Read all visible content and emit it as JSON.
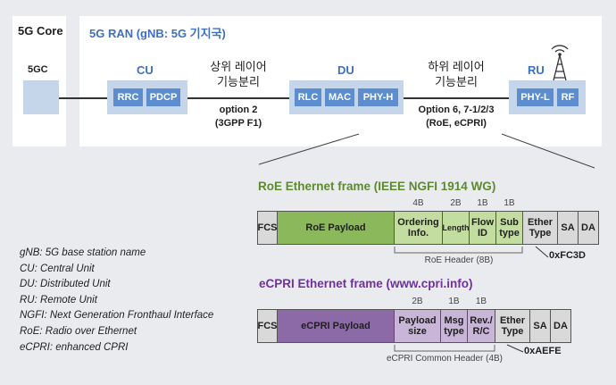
{
  "core": {
    "title": "5G Core",
    "node": "5GC"
  },
  "ran": {
    "title": "5G RAN (gNB: 5G 기지국)"
  },
  "cu": {
    "title": "CU",
    "chips": [
      "RRC",
      "PDCP"
    ]
  },
  "du": {
    "title": "DU",
    "chips": [
      "RLC",
      "MAC",
      "PHY-H"
    ]
  },
  "ru": {
    "title": "RU",
    "chips": [
      "PHY-L",
      "RF"
    ]
  },
  "split_upper": {
    "line1": "상위 레이어",
    "line2": "기능분리",
    "line3": "option 2",
    "line4": "(3GPP F1)"
  },
  "split_lower": {
    "line1": "하위 레이어",
    "line2": "기능분리",
    "line3": "Option 6, 7-1/2/3",
    "line4": "(RoE, eCPRI)"
  },
  "roe": {
    "title": "RoE Ethernet frame (IEEE NGFI 1914 WG)",
    "sizes": [
      "4B",
      "2B",
      "1B",
      "1B"
    ],
    "fcs": "FCS",
    "payload": "RoE Payload",
    "ordering1": "Ordering",
    "ordering2": "Info.",
    "length": "Length",
    "flow1": "Flow",
    "flow2": "ID",
    "sub1": "Sub",
    "sub2": "type",
    "ether1": "Ether",
    "ether2": "Type",
    "sa": "SA",
    "da": "DA",
    "ethertype_value": "0xFC3D",
    "header_label": "RoE Header (8B)"
  },
  "ecpri": {
    "title": "eCPRI Ethernet frame (www.cpri.info)",
    "sizes": [
      "2B",
      "1B",
      "1B"
    ],
    "fcs": "FCS",
    "payload": "eCPRI Payload",
    "psize1": "Payload",
    "psize2": "size",
    "msg1": "Msg",
    "msg2": "type",
    "rev1": "Rev./",
    "rev2": "R/C",
    "ether1": "Ether",
    "ether2": "Type",
    "sa": "SA",
    "da": "DA",
    "ethertype_value": "0xAEFE",
    "header_label": "eCPRI Common Header (4B)"
  },
  "legend": [
    "gNB: 5G base station name",
    "CU: Central Unit",
    "DU: Distributed Unit",
    "RU: Remote Unit",
    "NGFI: Next Generation Fronthaul Interface",
    "RoE: Radio over Ethernet",
    "eCPRI: enhanced CPRI"
  ],
  "colors": {
    "roe_payload": "#8ab85a",
    "roe_header": "#c3dc9f",
    "ecpri_payload": "#8c6aa8",
    "ecpri_header": "#c8b5d8",
    "gray_cell": "#d9d9d9",
    "roe_title": "#5e8a2f",
    "ecpri_title": "#7030a0"
  }
}
